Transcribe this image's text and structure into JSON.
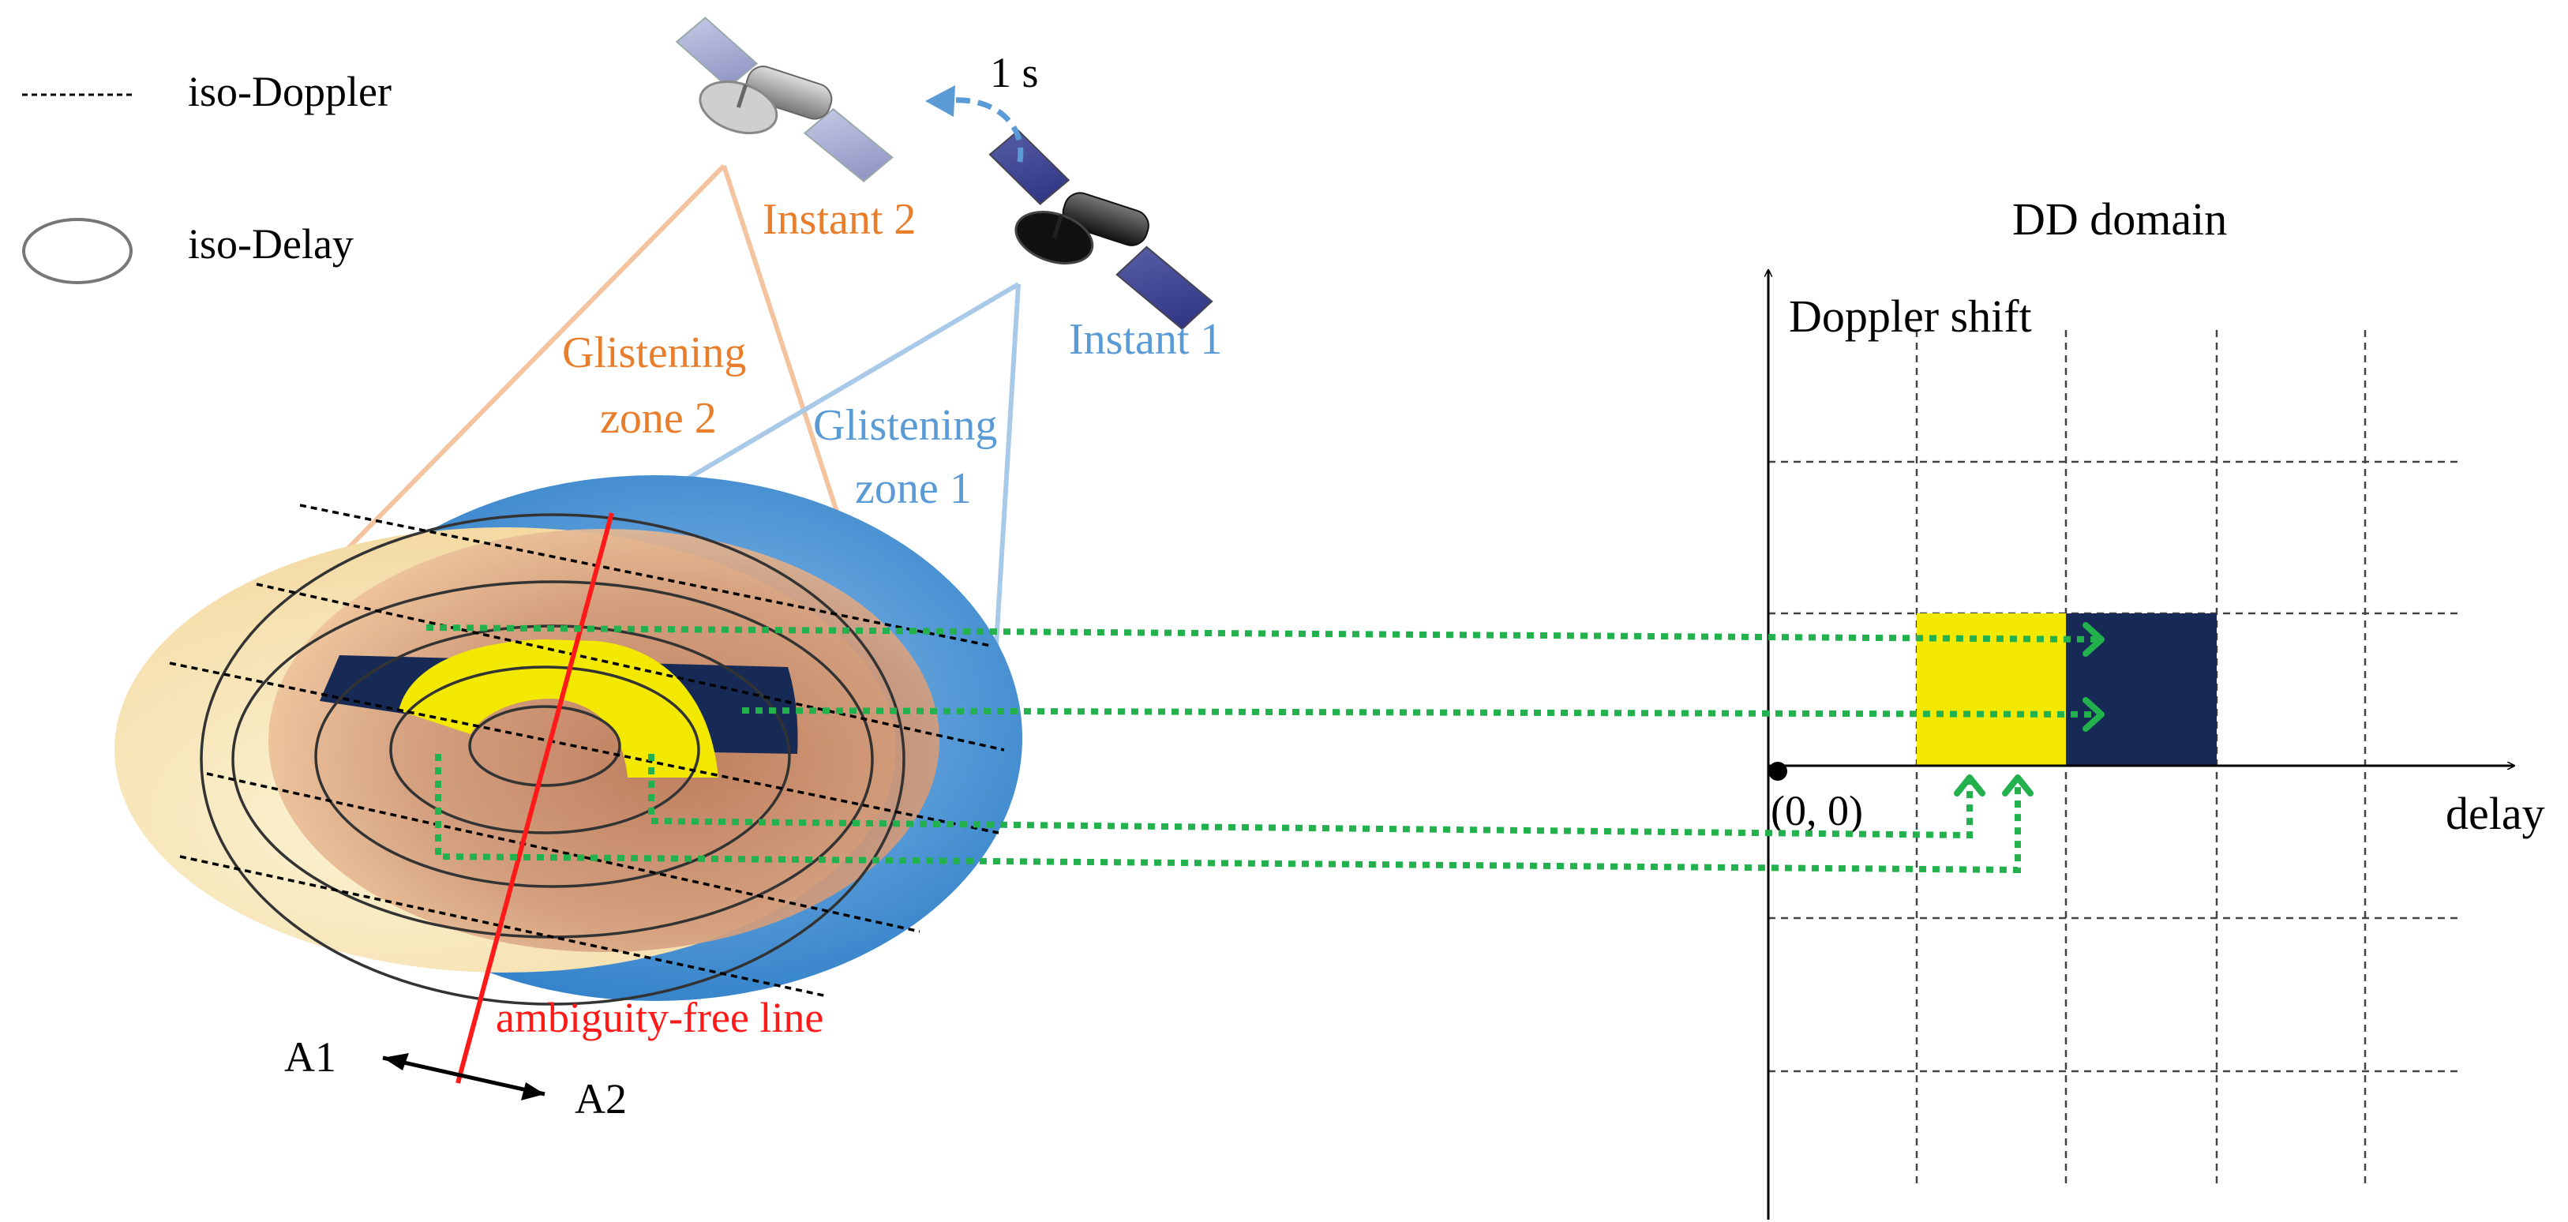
{
  "legend": {
    "doppler_label": "iso-Doppler",
    "delay_label": "iso-Delay"
  },
  "satellites": {
    "time_step_label": "1 s",
    "instant_2_label": "Instant 2",
    "instant_1_label": "Instant 1"
  },
  "zones": {
    "zone_2_line1": "Glistening",
    "zone_2_line2": "zone 2",
    "zone_1_line1": "Glistening",
    "zone_1_line2": "zone 1"
  },
  "ground": {
    "ambiguity_label": "ambiguity-free line",
    "a1_label": "A1",
    "a2_label": "A2"
  },
  "dd_domain": {
    "title": "DD domain",
    "y_axis_label": "Doppler shift",
    "x_axis_label": "delay",
    "origin_label": "(0, 0)"
  },
  "colors": {
    "instant_2": "#e87e2c",
    "instant_1": "#5b9bd5",
    "ambiguity_line": "#ff1a1a",
    "mapping_arrow": "#22b14c",
    "yellow_region": "#f2e800",
    "navy_region": "#172a55",
    "zone_1_surface": "#4a90d0",
    "zone_2_surface": "#c9876a"
  },
  "icons": [
    "satellite-icon",
    "dish-icon",
    "arrow-icon"
  ]
}
